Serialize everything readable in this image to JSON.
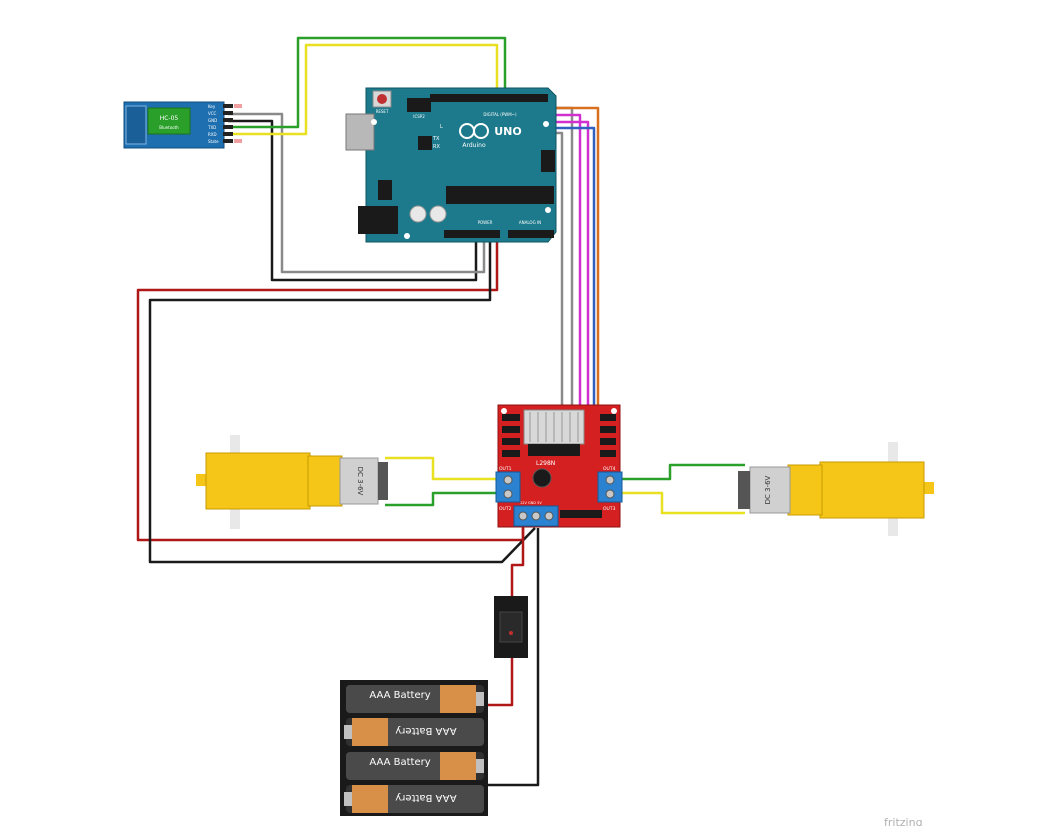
{
  "hc05": {
    "title": "HC-05",
    "subtitle": "Bluetooth",
    "pins": [
      "Key",
      "VCC",
      "GND",
      "TXD",
      "RXD",
      "State"
    ]
  },
  "arduino": {
    "brand": "Arduino",
    "logo": "UNO",
    "reset_label": "RESET",
    "icsp_label": "ICSP2",
    "led_l": "L",
    "led_tx": "TX",
    "led_rx": "RX",
    "digital_label": "DIGITAL (PWM~)",
    "power_label": "POWER",
    "analog_label": "ANALOG IN"
  },
  "l298n": {
    "label": "L298N",
    "out1": "OUT1",
    "out2": "OUT2",
    "out3": "OUT3",
    "out4": "OUT4",
    "power_pins": "12V GND 5V"
  },
  "motors": {
    "left_label": "DC 3-6V",
    "right_label": "DC 3-6V"
  },
  "batteries": [
    "AAA Battery",
    "AAA Battery",
    "AAA Battery",
    "AAA Battery"
  ],
  "watermark": "fritzing",
  "colors": {
    "arduino_board": "#1d7a8c",
    "hc05_board": "#1e6fb0",
    "l298n_board": "#d42020",
    "motor_yellow": "#f5c518",
    "wire_red": "#b01818",
    "wire_black": "#1a1a1a",
    "wire_green": "#2aa02a",
    "wire_yellow": "#e8e020",
    "wire_gray": "#8a8a8a",
    "wire_magenta": "#d030d0",
    "wire_orange": "#d87020",
    "wire_blue": "#3060c0",
    "wire_purple": "#8040c0"
  }
}
